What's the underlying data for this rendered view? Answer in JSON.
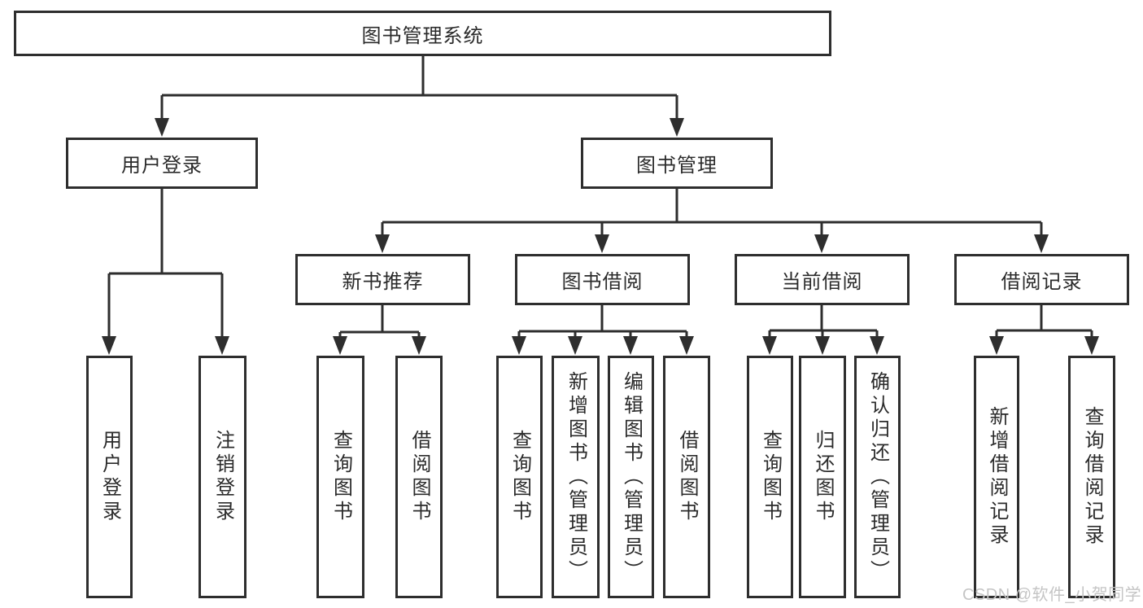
{
  "diagram": {
    "root": {
      "label": "图书管理系统"
    },
    "level2": [
      {
        "label": "用户登录"
      },
      {
        "label": "图书管理"
      }
    ],
    "level3": [
      {
        "label": "新书推荐"
      },
      {
        "label": "图书借阅"
      },
      {
        "label": "当前借阅"
      },
      {
        "label": "借阅记录"
      }
    ],
    "leaves": [
      {
        "label": "用户登录"
      },
      {
        "label": "注销登录"
      },
      {
        "label": "查询图书"
      },
      {
        "label": "借阅图书"
      },
      {
        "label": "查询图书"
      },
      {
        "label": "新增图书（管理员）"
      },
      {
        "label": "编辑图书（管理员）"
      },
      {
        "label": "借阅图书"
      },
      {
        "label": "查询图书"
      },
      {
        "label": "归还图书"
      },
      {
        "label": "确认归还（管理员）"
      },
      {
        "label": "新增借阅记录"
      },
      {
        "label": "查询借阅记录"
      }
    ],
    "watermark": "CSDN @软件_小贺同学",
    "colors": {
      "line": "#2e2e2e",
      "text": "#2b2b2b",
      "watermark": "#c5c5c5"
    }
  }
}
